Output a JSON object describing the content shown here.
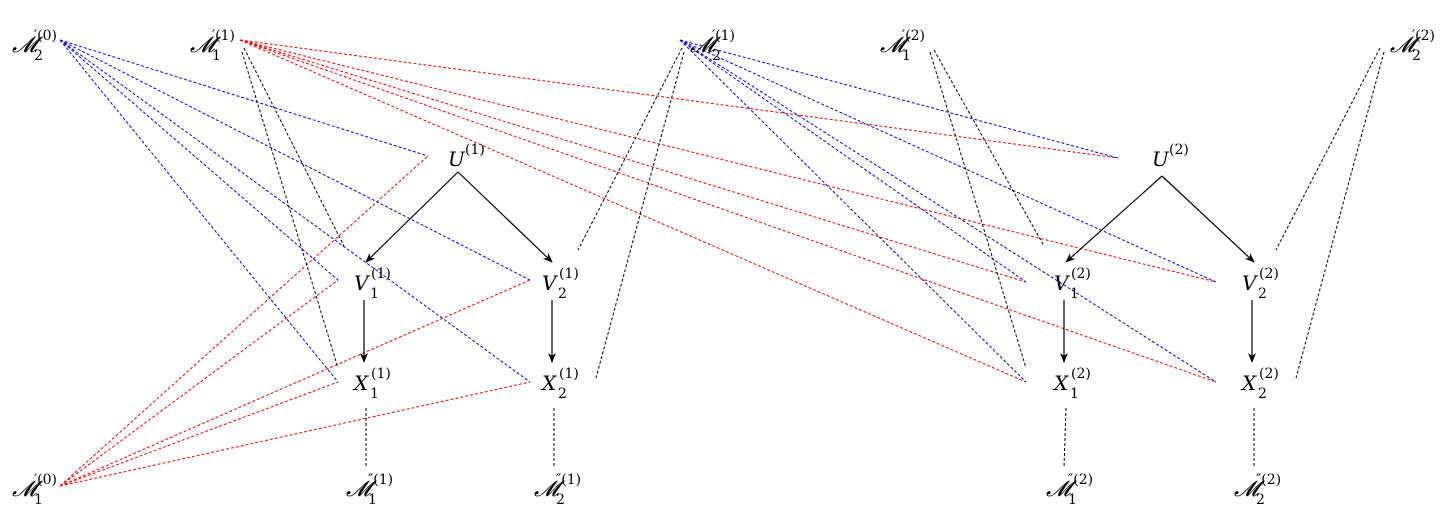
{
  "nodes": [
    {
      "id": "M2p0",
      "base": "𝓜",
      "sub": "2",
      "sup": "′(0)"
    },
    {
      "id": "M1p1",
      "base": "𝓜",
      "sub": "1",
      "sup": "′(1)"
    },
    {
      "id": "M2p1",
      "base": "𝓜",
      "sub": "2",
      "sup": "′(1)"
    },
    {
      "id": "M1p2",
      "base": "𝓜",
      "sub": "1",
      "sup": "′(2)"
    },
    {
      "id": "M2p2",
      "base": "𝓜",
      "sub": "2",
      "sup": "′(2)"
    },
    {
      "id": "U1",
      "base": "U",
      "sub": "",
      "sup": "(1)"
    },
    {
      "id": "U2",
      "base": "U",
      "sub": "",
      "sup": "(2)"
    },
    {
      "id": "V11",
      "base": "V",
      "sub": "1",
      "sup": "(1)"
    },
    {
      "id": "V21",
      "base": "V",
      "sub": "2",
      "sup": "(1)"
    },
    {
      "id": "V12",
      "base": "V",
      "sub": "1",
      "sup": "(2)"
    },
    {
      "id": "V22",
      "base": "V",
      "sub": "2",
      "sup": "(2)"
    },
    {
      "id": "X11",
      "base": "X",
      "sub": "1",
      "sup": "(1)"
    },
    {
      "id": "X21",
      "base": "X",
      "sub": "2",
      "sup": "(1)"
    },
    {
      "id": "X12",
      "base": "X",
      "sub": "1",
      "sup": "(2)"
    },
    {
      "id": "X22",
      "base": "X",
      "sub": "2",
      "sup": "(2)"
    },
    {
      "id": "M1p0",
      "base": "𝓜",
      "sub": "1",
      "sup": "′(0)"
    },
    {
      "id": "M1pp1",
      "base": "𝓜",
      "sub": "1",
      "sup": "″(1)"
    },
    {
      "id": "M2pp1",
      "base": "𝓜",
      "sub": "2",
      "sup": "″(1)"
    },
    {
      "id": "M1pp2",
      "base": "𝓜",
      "sub": "1",
      "sup": "″(2)"
    },
    {
      "id": "M2pp2",
      "base": "𝓜",
      "sub": "2",
      "sup": "″(2)"
    }
  ],
  "edges": {
    "solid_arrows": [
      [
        "U1",
        "V11"
      ],
      [
        "U1",
        "V21"
      ],
      [
        "V11",
        "X11"
      ],
      [
        "V21",
        "X21"
      ],
      [
        "U2",
        "V12"
      ],
      [
        "U2",
        "V22"
      ],
      [
        "V12",
        "X12"
      ],
      [
        "V22",
        "X22"
      ]
    ],
    "red_dashed": [
      [
        "M1p1",
        "U2"
      ],
      [
        "M1p1",
        "V12"
      ],
      [
        "M1p1",
        "V22"
      ],
      [
        "M1p1",
        "X12"
      ],
      [
        "M1p1",
        "X22"
      ],
      [
        "M1p0",
        "U1"
      ],
      [
        "M1p0",
        "V11"
      ],
      [
        "M1p0",
        "V21"
      ],
      [
        "M1p0",
        "X11"
      ],
      [
        "M1p0",
        "X21"
      ]
    ],
    "blue_dashed": [
      [
        "M2p0",
        "U1"
      ],
      [
        "M2p0",
        "V11"
      ],
      [
        "M2p0",
        "V21"
      ],
      [
        "M2p0",
        "X11"
      ],
      [
        "M2p0",
        "X21"
      ],
      [
        "M2p1",
        "U2"
      ],
      [
        "M2p1",
        "V12"
      ],
      [
        "M2p1",
        "V22"
      ],
      [
        "M2p1",
        "X12"
      ],
      [
        "M2p1",
        "X22"
      ]
    ],
    "black_dashed": [
      [
        "M1p1",
        "V11"
      ],
      [
        "M1p1",
        "X11"
      ],
      [
        "M2p1",
        "V21"
      ],
      [
        "M2p1",
        "X21"
      ],
      [
        "M1p2",
        "V12"
      ],
      [
        "M1p2",
        "X12"
      ],
      [
        "M2p2",
        "V22"
      ],
      [
        "M2p2",
        "X22"
      ],
      [
        "X11",
        "M1pp1"
      ],
      [
        "X21",
        "M2pp1"
      ],
      [
        "X12",
        "M1pp2"
      ],
      [
        "X22",
        "M2pp2"
      ]
    ]
  },
  "colors": {
    "red": "#ff0000",
    "blue": "#0000ff",
    "black": "#000000"
  }
}
